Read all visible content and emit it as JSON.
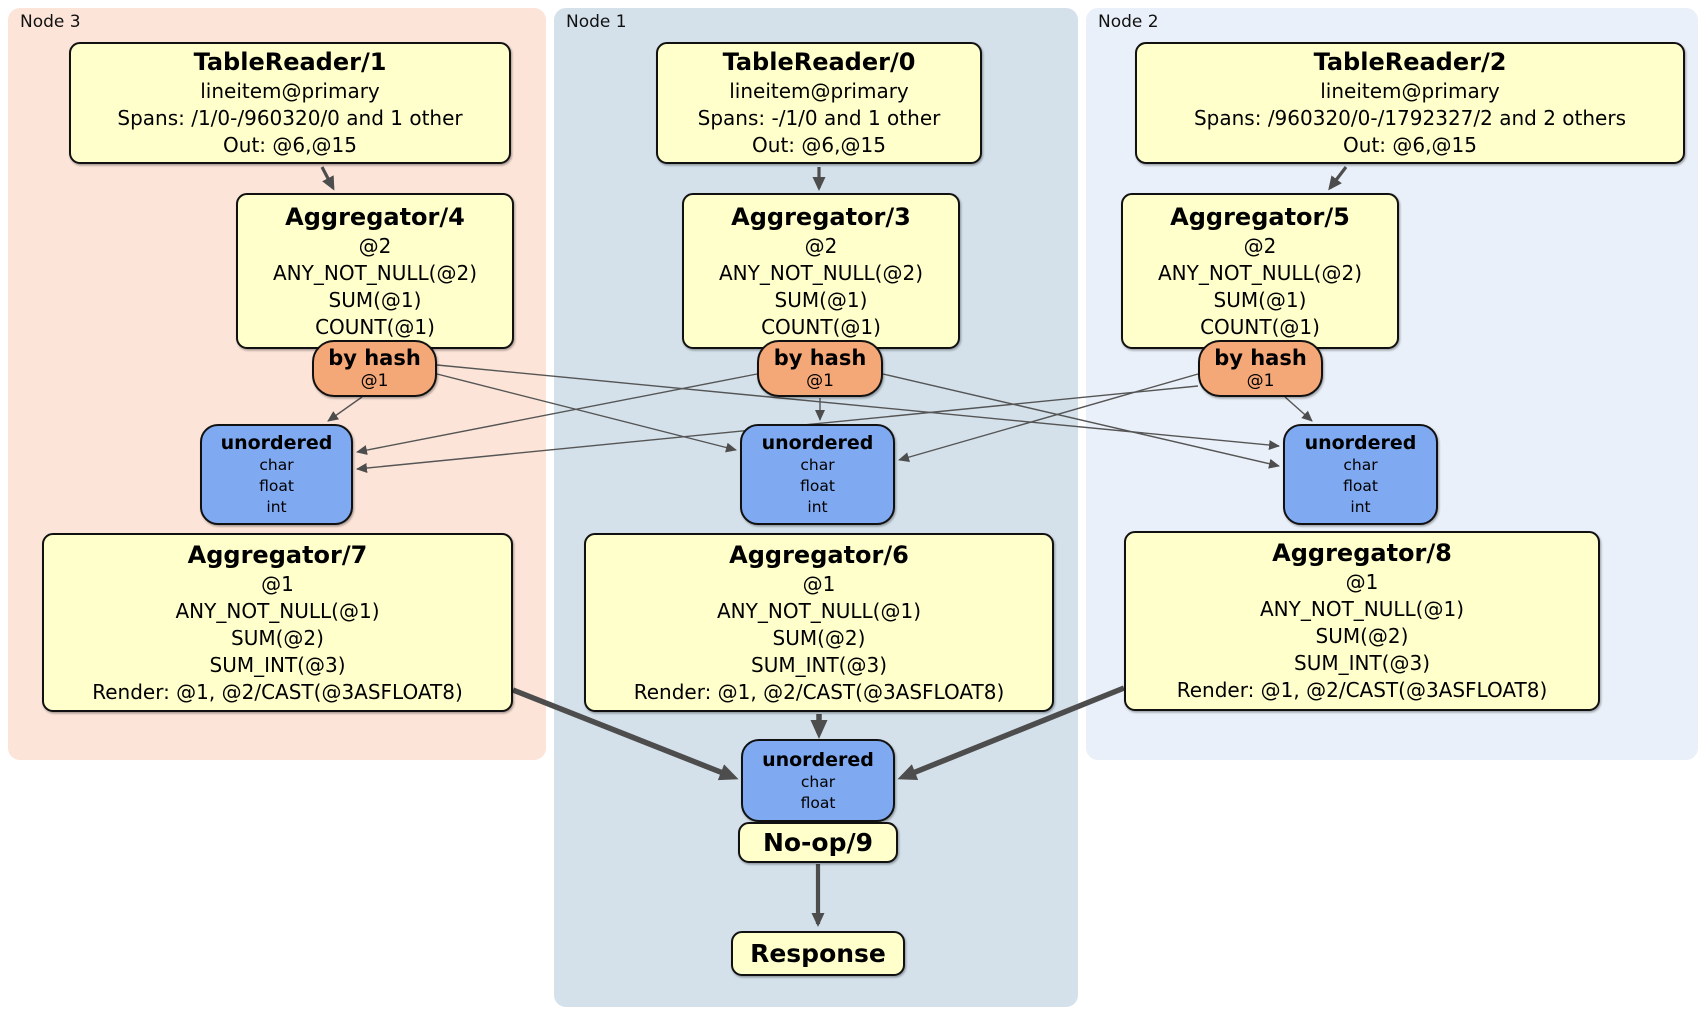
{
  "colors": {
    "panel_node3": "#fce4d8",
    "panel_node1": "#d4e1eb",
    "panel_node2": "#eaf0f9",
    "process_box": "#ffffcc",
    "router_box": "#f5a877",
    "sync_box": "#7fa9f1",
    "edge": "#4d4d4d"
  },
  "nodes": {
    "node3": {
      "label": "Node 3",
      "table_reader": {
        "title": "TableReader/1",
        "table": "lineitem@primary",
        "spans": "Spans: /1/0-/960320/0 and 1 other",
        "out": "Out: @6,@15"
      },
      "aggregator_top": {
        "title": "Aggregator/4",
        "lines": [
          "@2",
          "ANY_NOT_NULL(@2)",
          "SUM(@1)",
          "COUNT(@1)"
        ]
      },
      "router": {
        "title": "by hash",
        "key": "@1"
      },
      "sync": {
        "title": "unordered",
        "streams": [
          "char",
          "float",
          "int"
        ]
      },
      "aggregator_bottom": {
        "title": "Aggregator/7",
        "lines": [
          "@1",
          "ANY_NOT_NULL(@1)",
          "SUM(@2)",
          "SUM_INT(@3)",
          "Render: @1, @2/CAST(@3ASFLOAT8)"
        ]
      }
    },
    "node1": {
      "label": "Node 1",
      "table_reader": {
        "title": "TableReader/0",
        "table": "lineitem@primary",
        "spans": "Spans: -/1/0 and 1 other",
        "out": "Out: @6,@15"
      },
      "aggregator_top": {
        "title": "Aggregator/3",
        "lines": [
          "@2",
          "ANY_NOT_NULL(@2)",
          "SUM(@1)",
          "COUNT(@1)"
        ]
      },
      "router": {
        "title": "by hash",
        "key": "@1"
      },
      "sync": {
        "title": "unordered",
        "streams": [
          "char",
          "float",
          "int"
        ]
      },
      "aggregator_bottom": {
        "title": "Aggregator/6",
        "lines": [
          "@1",
          "ANY_NOT_NULL(@1)",
          "SUM(@2)",
          "SUM_INT(@3)",
          "Render: @1, @2/CAST(@3ASFLOAT8)"
        ]
      }
    },
    "node2": {
      "label": "Node 2",
      "table_reader": {
        "title": "TableReader/2",
        "table": "lineitem@primary",
        "spans": "Spans: /960320/0-/1792327/2 and 2 others",
        "out": "Out: @6,@15"
      },
      "aggregator_top": {
        "title": "Aggregator/5",
        "lines": [
          "@2",
          "ANY_NOT_NULL(@2)",
          "SUM(@1)",
          "COUNT(@1)"
        ]
      },
      "router": {
        "title": "by hash",
        "key": "@1"
      },
      "sync": {
        "title": "unordered",
        "streams": [
          "char",
          "float",
          "int"
        ]
      },
      "aggregator_bottom": {
        "title": "Aggregator/8",
        "lines": [
          "@1",
          "ANY_NOT_NULL(@1)",
          "SUM(@2)",
          "SUM_INT(@3)",
          "Render: @1, @2/CAST(@3ASFLOAT8)"
        ]
      }
    }
  },
  "final": {
    "sync": {
      "title": "unordered",
      "streams": [
        "char",
        "float"
      ]
    },
    "noop": "No-op/9",
    "response": "Response"
  }
}
